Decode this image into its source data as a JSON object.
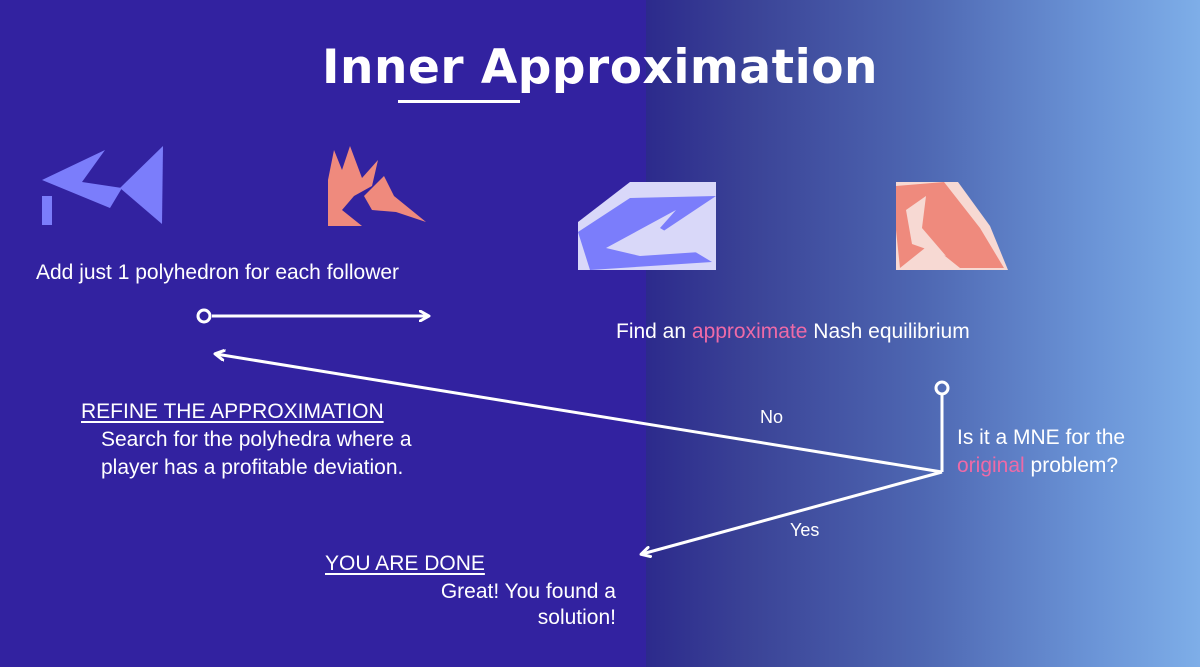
{
  "title": "Inner Approximation",
  "add_polyhedron": "Add just 1 polyhedron for each follower",
  "find_equilibrium": {
    "prefix": "Find an ",
    "highlight": "approximate",
    "suffix": " Nash equilibrium"
  },
  "question": {
    "line1": "Is it a MNE for the",
    "highlight": "original",
    "line2_suffix": " problem?"
  },
  "edge_no": "No",
  "edge_yes": "Yes",
  "refine": {
    "heading": "REFINE THE APPROXIMATION",
    "line1": "Search for the polyhedra where a",
    "line2": "player has a profitable deviation."
  },
  "done": {
    "heading": "YOU ARE DONE",
    "line1": "Great! You found a",
    "line2": "solution!"
  },
  "colors": {
    "left_background": "#3222a0",
    "right_background_end": "#7eaee8",
    "player1_shape": "#7b7dfb",
    "player1_light": "#d9d8f9",
    "player2_shape": "#ef8a7d",
    "player2_light": "#f7d9d3",
    "highlight": "#ee6aa7"
  }
}
